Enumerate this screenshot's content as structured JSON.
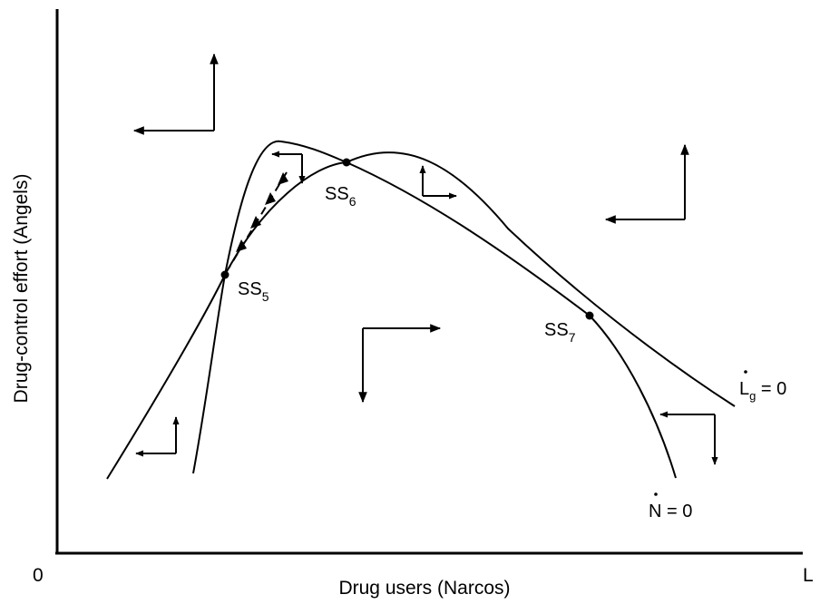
{
  "axes": {
    "ylabel": "Drug-control effort (Angels)",
    "xlabel": "Drug users (Narcos)",
    "origin_label": "0",
    "x_end_label": "L"
  },
  "curves": {
    "lg": {
      "label_main": "L",
      "label_sub": "g",
      "label_rest": " = 0"
    },
    "n": {
      "label_main": "N",
      "label_rest": " = 0"
    }
  },
  "points": {
    "ss5": {
      "main": "SS",
      "sub": "5"
    },
    "ss6": {
      "main": "SS",
      "sub": "6"
    },
    "ss7": {
      "main": "SS",
      "sub": "7"
    }
  },
  "colors": {
    "ink": "#000000",
    "background": "#ffffff"
  }
}
